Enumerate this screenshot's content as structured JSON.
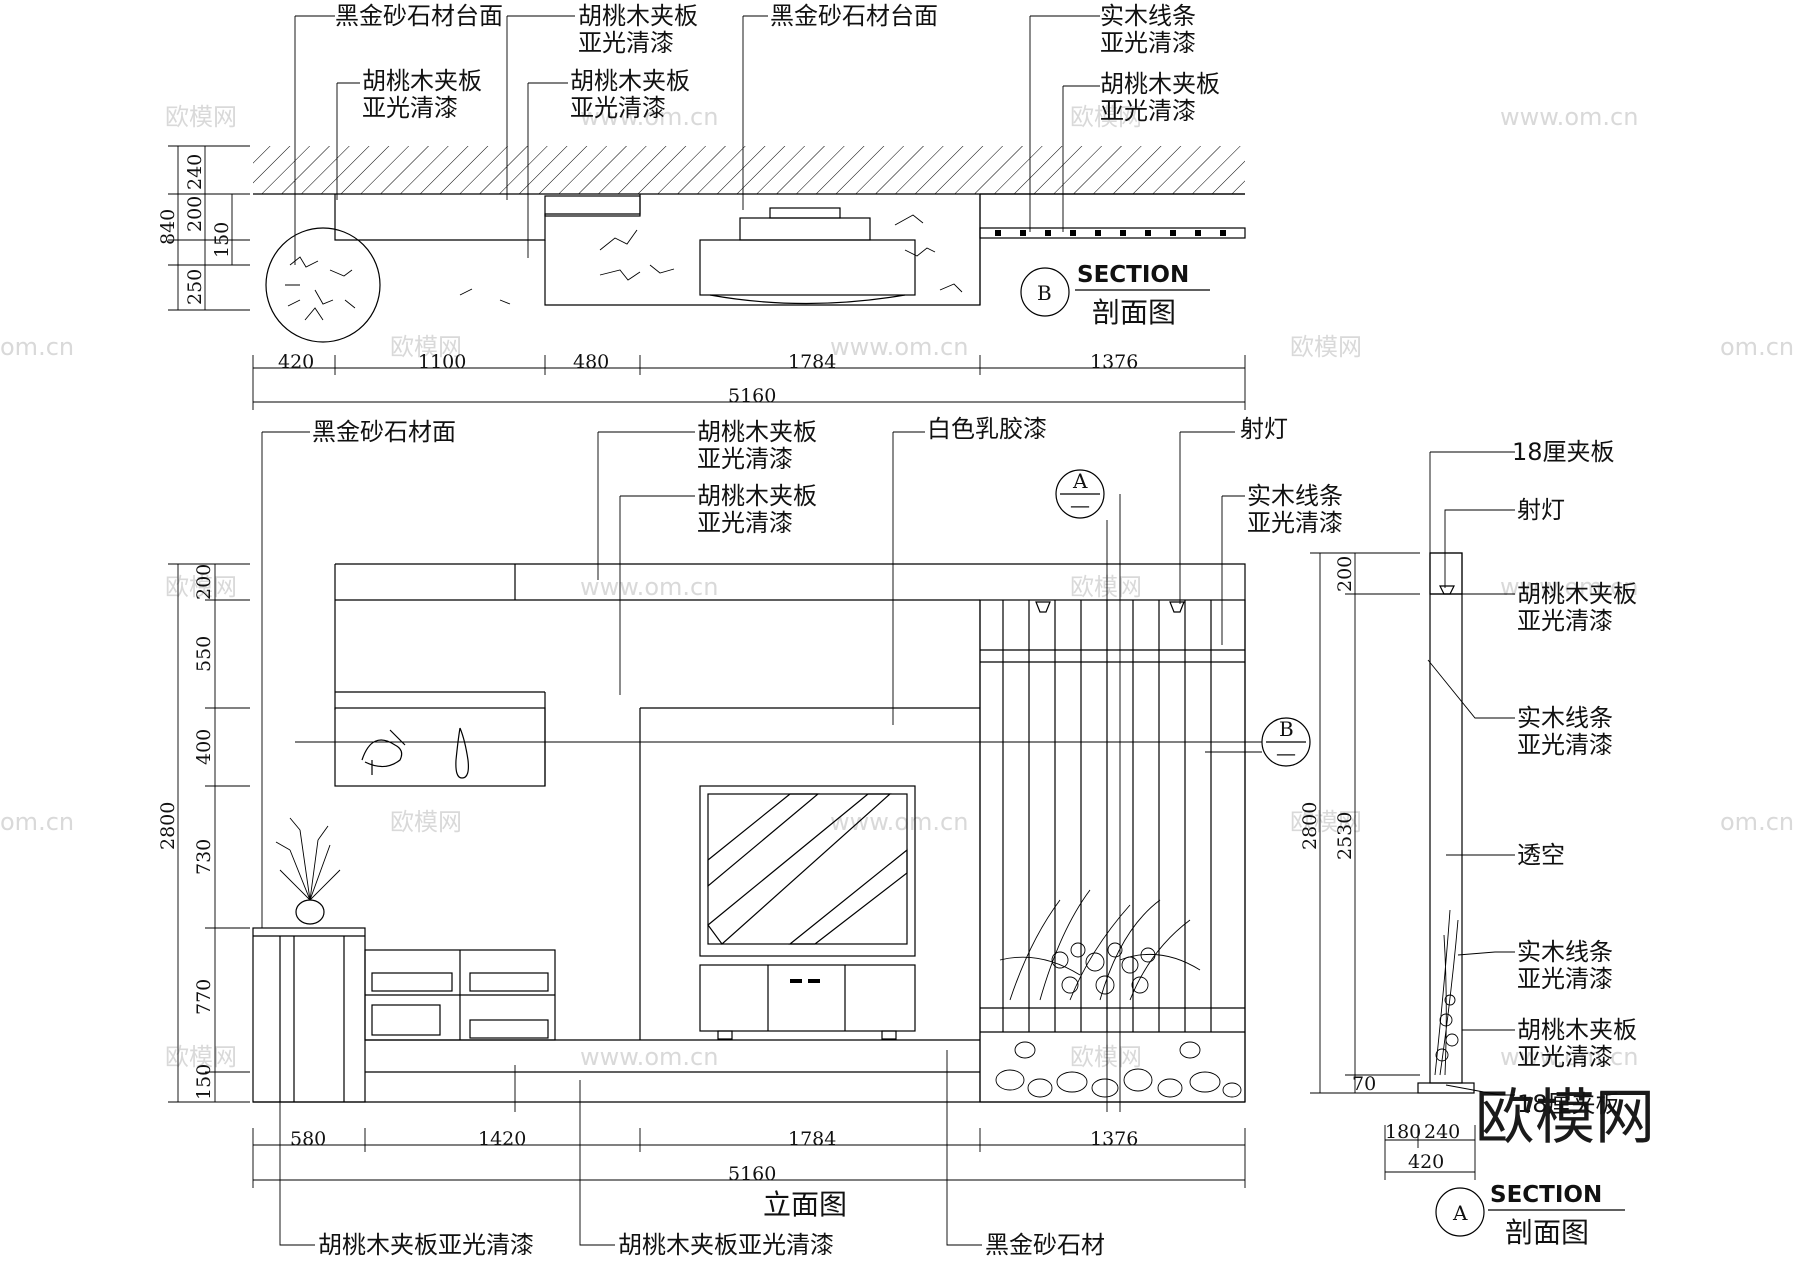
{
  "plan": {
    "labels": [
      "黑金砂石材台面",
      "胡桃木夹板",
      "亚光清漆",
      "胡桃木夹板",
      "亚光清漆",
      "胡桃木夹板",
      "亚光清漆",
      "黑金砂石材台面",
      "实木线条",
      "亚光清漆",
      "胡桃木夹板",
      "亚光清漆"
    ],
    "dims_h": [
      "420",
      "1100",
      "480",
      "1784",
      "1376"
    ],
    "dim_total": "5160",
    "dims_v": [
      "840",
      "240",
      "200",
      "150",
      "250"
    ],
    "section_letter": "B",
    "section_word": "SECTION",
    "section_title": "剖面图"
  },
  "elevation": {
    "labels_top": [
      "黑金砂石材面",
      "胡桃木夹板",
      "亚光清漆",
      "胡桃木夹板",
      "亚光清漆",
      "白色乳胶漆",
      "射灯",
      "实木线条",
      "亚光清漆"
    ],
    "labels_bottom": [
      "胡桃木夹板亚光清漆",
      "胡桃木夹板亚光清漆",
      "黑金砂石材"
    ],
    "dims_h": [
      "580",
      "1420",
      "1784",
      "1376"
    ],
    "dim_total": "5160",
    "dims_v": [
      "200",
      "550",
      "400",
      "730",
      "770",
      "150"
    ],
    "dim_v_total": "2800",
    "marker_a": "A",
    "marker_b": "B",
    "marker_dash": "—",
    "title": "立面图"
  },
  "section_a": {
    "labels": [
      "18厘夹板",
      "射灯",
      "胡桃木夹板",
      "亚光清漆",
      "实木线条",
      "亚光清漆",
      "透空",
      "实木线条",
      "亚光清漆",
      "胡桃木夹板",
      "亚光清漆",
      "18厘夹板"
    ],
    "dims_v": [
      "2800",
      "200",
      "2530",
      "70"
    ],
    "dims_h": [
      "180",
      "240",
      "420"
    ],
    "section_letter": "A",
    "section_word": "SECTION",
    "section_title": "剖面图"
  },
  "watermark": {
    "brand": "欧模网",
    "url": "www.om.cn",
    "url_short": "om.cn"
  }
}
